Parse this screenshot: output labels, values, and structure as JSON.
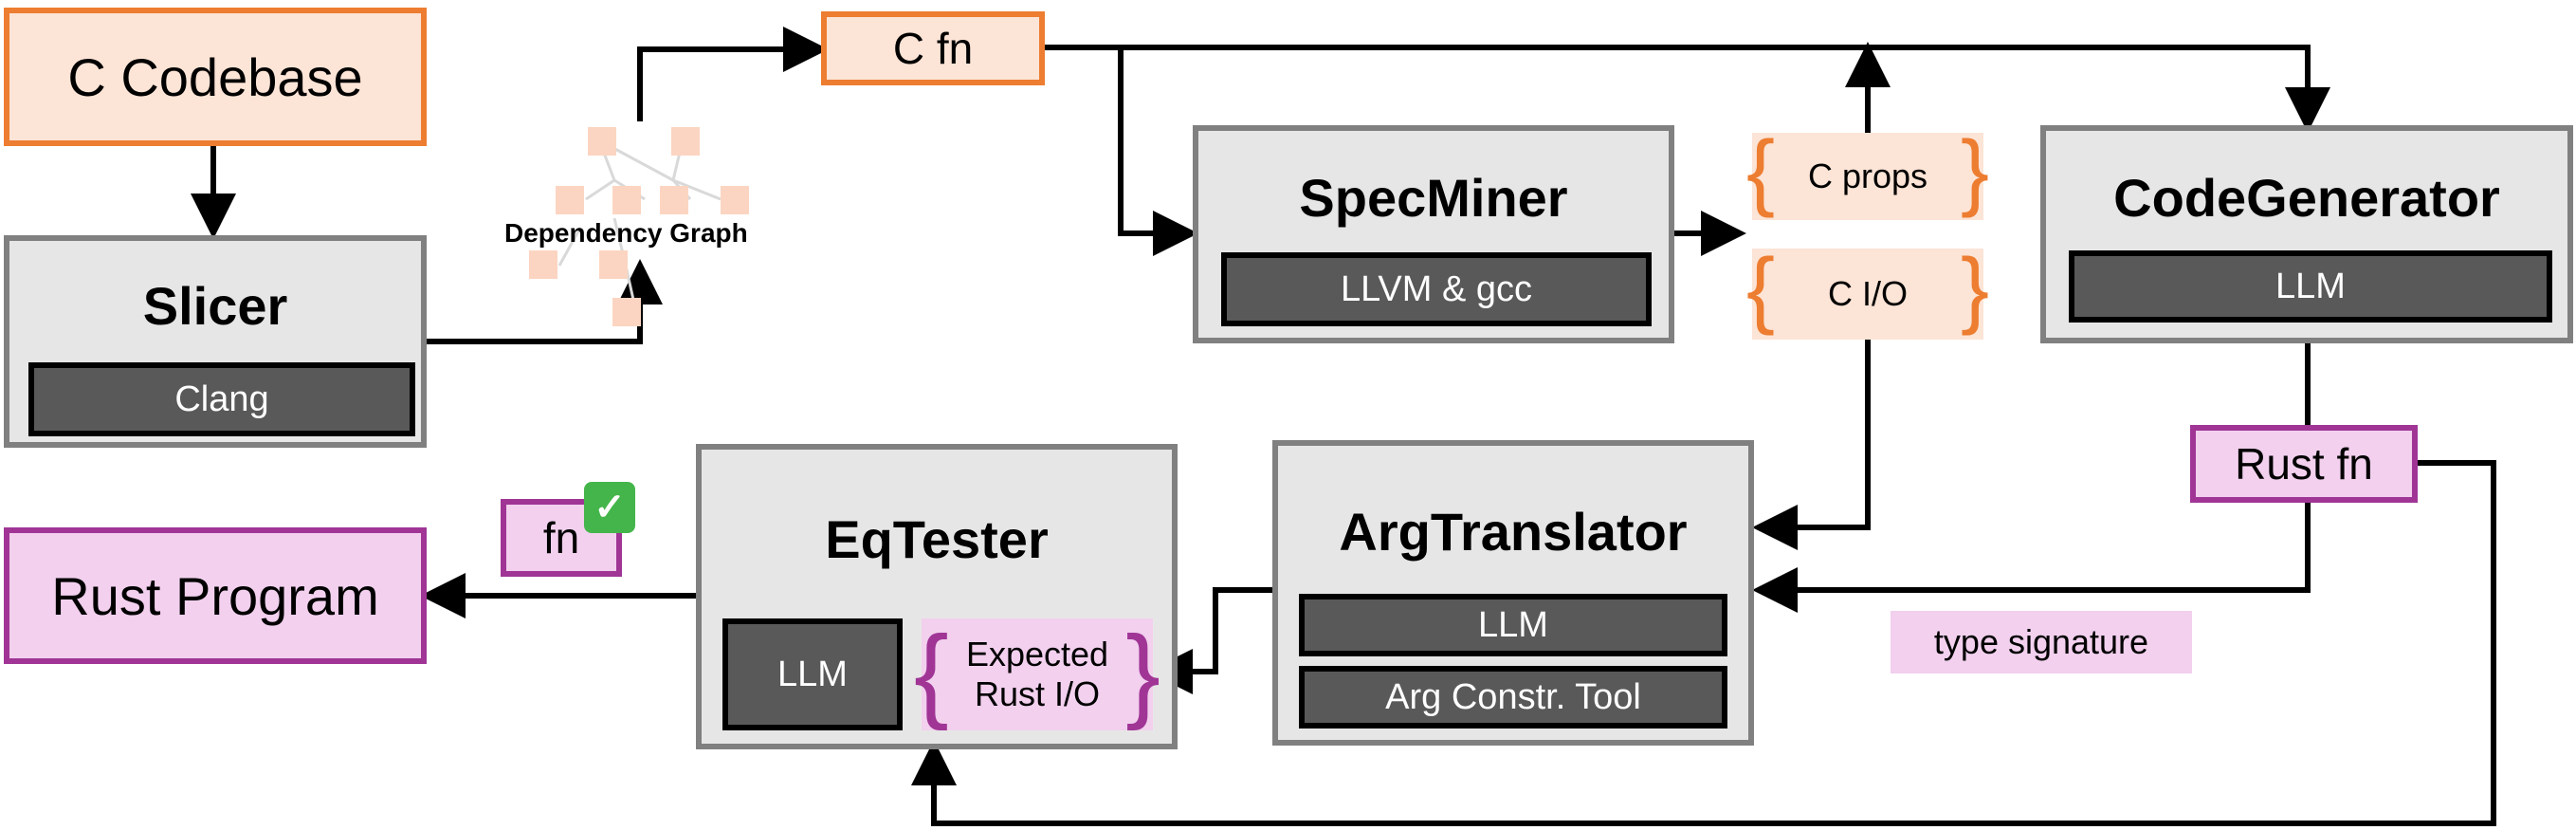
{
  "inputs": {
    "c_codebase": "C Codebase",
    "c_fn": "C fn"
  },
  "slicer": {
    "title": "Slicer",
    "tool": "Clang"
  },
  "dependency_graph": {
    "label": "Dependency Graph"
  },
  "specminer": {
    "title": "SpecMiner",
    "tool": "LLVM & gcc"
  },
  "c_props": "C props",
  "c_io": "C I/O",
  "codegenerator": {
    "title": "CodeGenerator",
    "tool": "LLM"
  },
  "rust_fn": "Rust fn",
  "type_signature": "type signature",
  "argtranslator": {
    "title": "ArgTranslator",
    "tool1": "LLM",
    "tool2": "Arg Constr. Tool"
  },
  "eqtester": {
    "title": "EqTester",
    "tool": "LLM",
    "expected_io": [
      "Expected",
      "Rust I/O"
    ]
  },
  "fn_badge": "fn",
  "checkmark": "✓",
  "rust_program": "Rust Program",
  "colors": {
    "orange_border": "#ed7d31",
    "orange_fill": "#fce4d6",
    "purple_border": "#a03596",
    "purple_fill": "#f2d0ee",
    "module_fill": "#e7e6e6",
    "module_border": "#808080",
    "tool_fill": "#595959",
    "check_green": "#44b54a"
  }
}
